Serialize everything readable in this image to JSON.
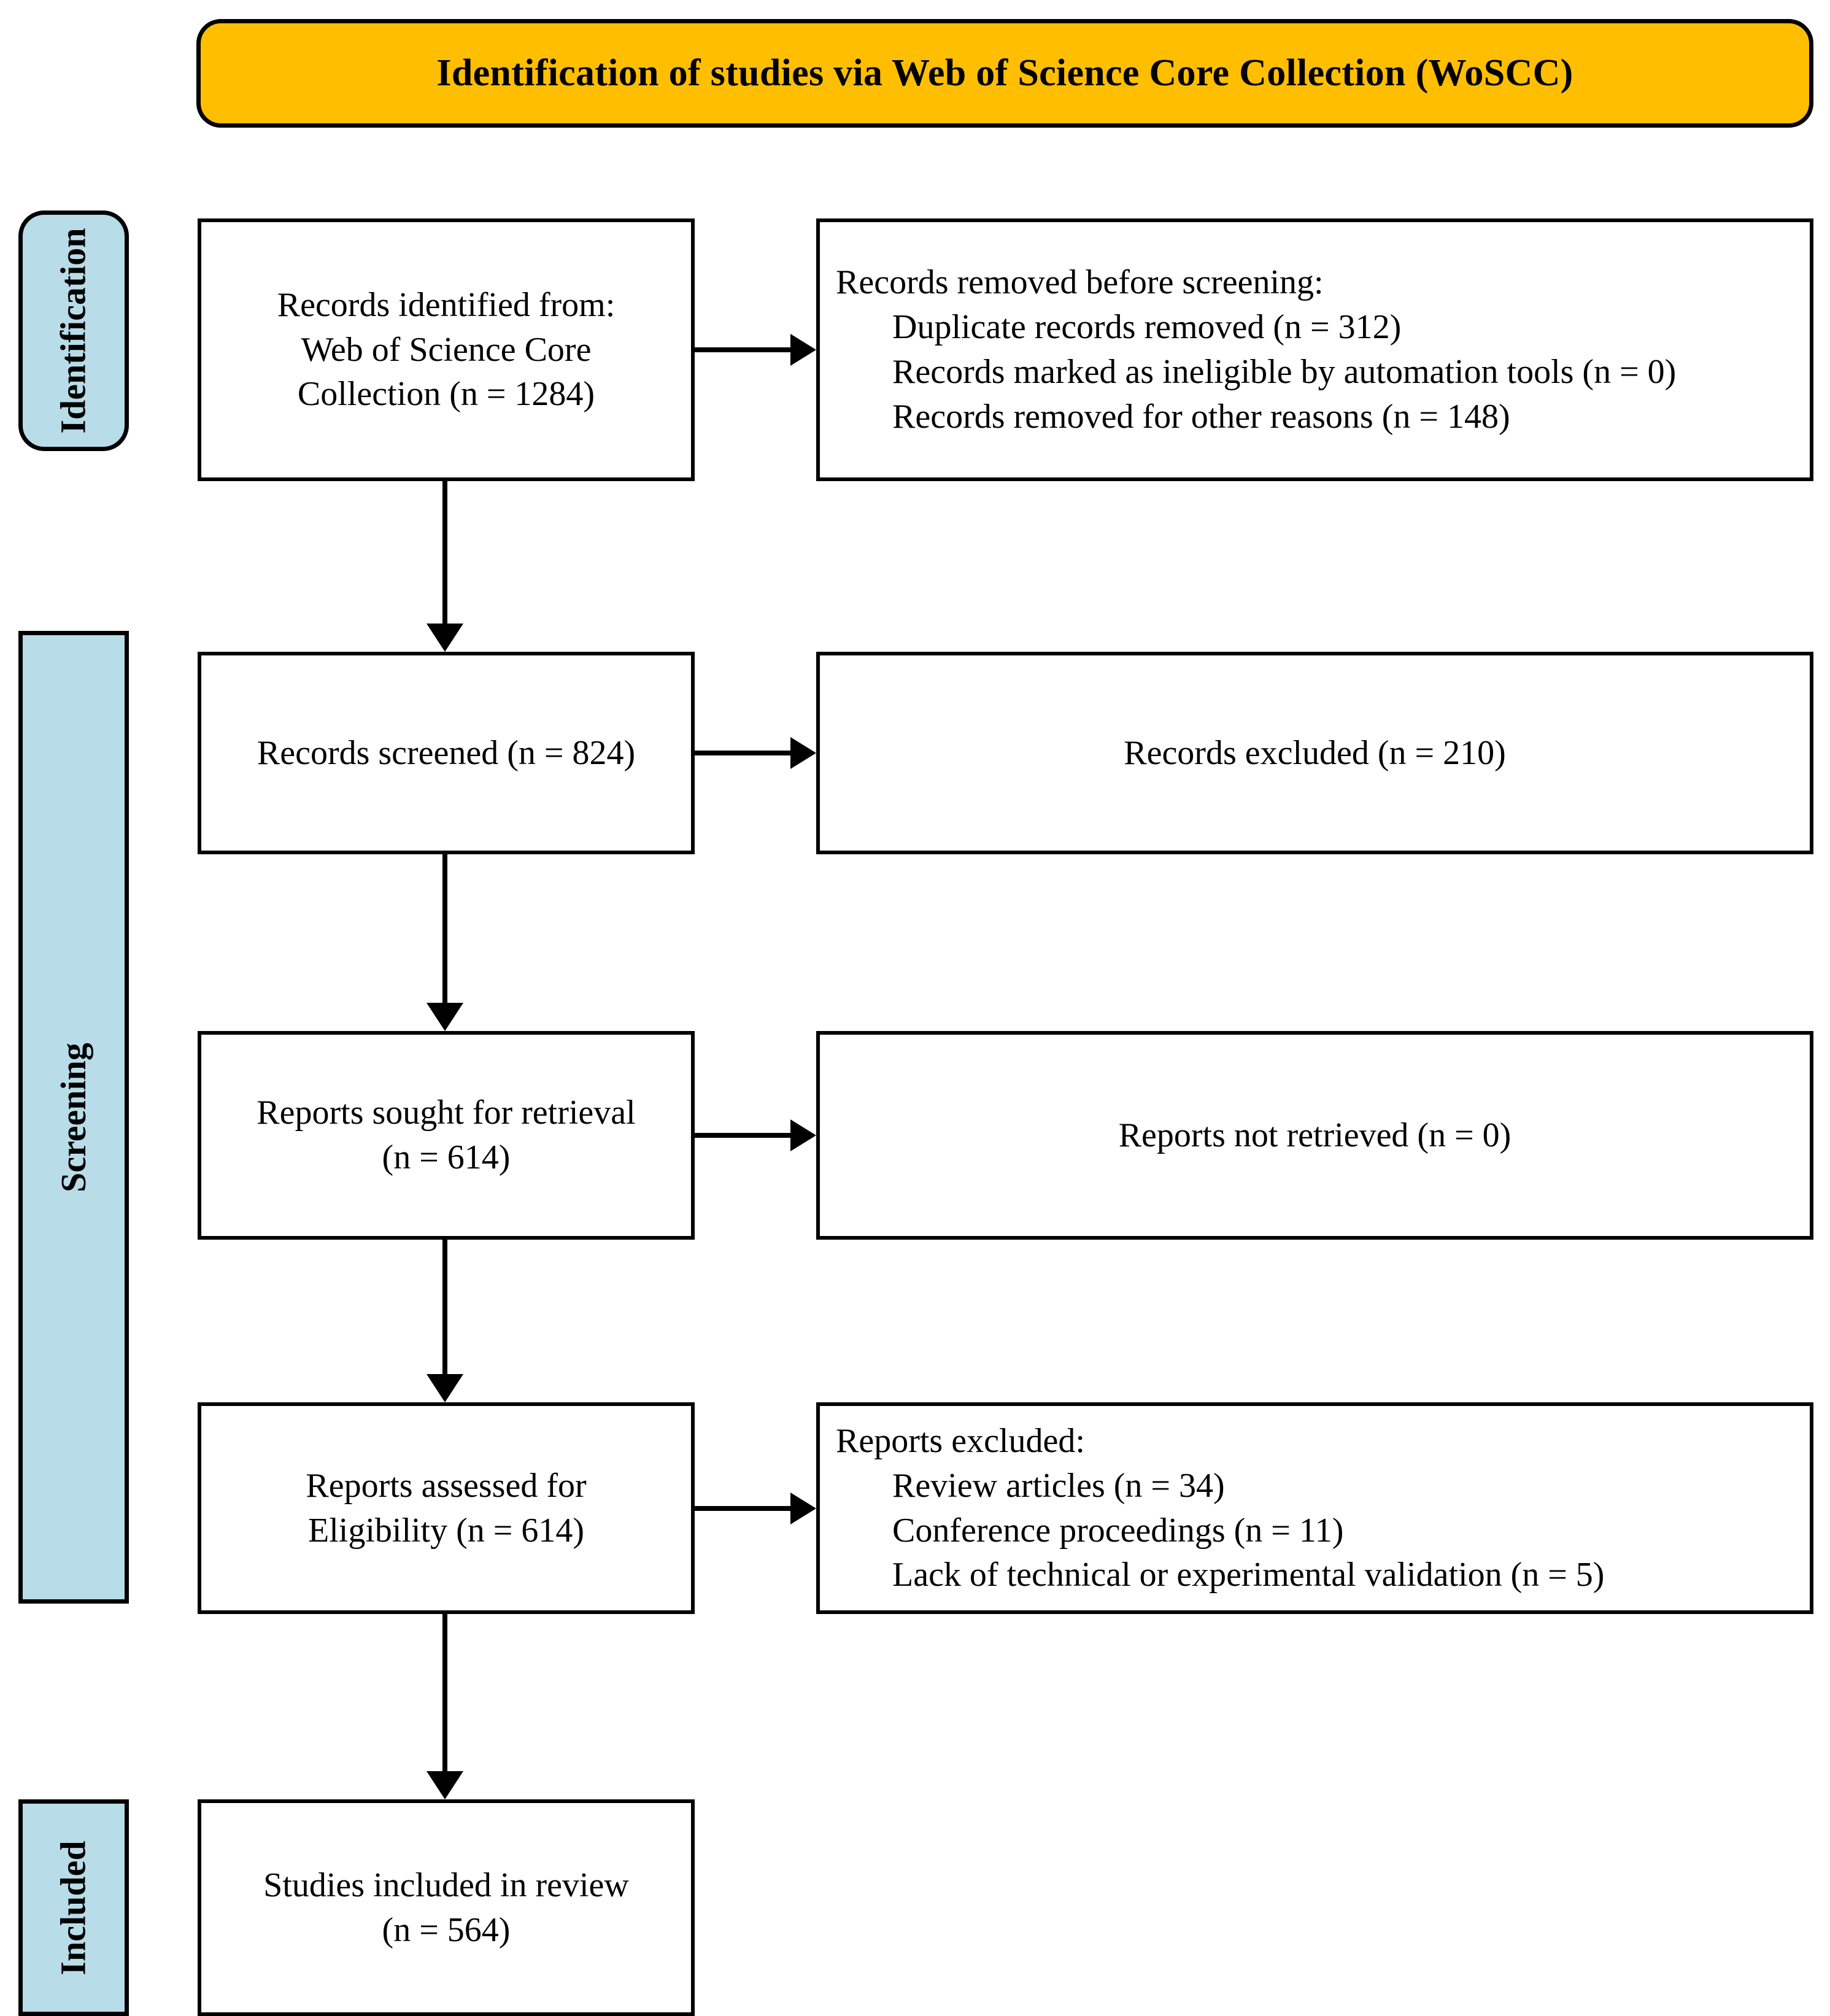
{
  "header": {
    "title": "Identification of studies via Web of Science Core Collection (WoSCC)",
    "background_color": "#FFBF00",
    "border_color": "#000000"
  },
  "stages": {
    "color": "#B8DCE8",
    "identification": "Identification",
    "screening": "Screening",
    "included": "Included"
  },
  "flow": {
    "identified": {
      "line1": "Records identified from:",
      "line2": "Web of Science Core",
      "line3": "Collection (n = 1284)"
    },
    "removed": {
      "line1": "Records removed before screening:",
      "line2": "Duplicate records removed  (n = 312)",
      "line3": "Records marked as ineligible by automation tools (n = 0)",
      "line4": "Records removed for other reasons (n = 148)"
    },
    "screened": {
      "line1": "Records screened (n = 824)"
    },
    "excluded_screening": {
      "line1": "Records excluded (n = 210)"
    },
    "sought": {
      "line1": "Reports sought for retrieval",
      "line2": "(n = 614)"
    },
    "not_retrieved": {
      "line1": "Reports not retrieved (n = 0)"
    },
    "assessed": {
      "line1": "Reports assessed for",
      "line2": "Eligibility (n = 614)"
    },
    "reports_excluded": {
      "line1": "Reports excluded:",
      "line2": "Review articles (n = 34)",
      "line3": "Conference proceedings (n = 11)",
      "line4": "Lack of technical or experimental validation (n = 5)"
    },
    "included": {
      "line1": "Studies included in review",
      "line2": "(n = 564)"
    }
  },
  "chart_data": {
    "type": "diagram",
    "title": "Identification of studies via Web of Science Core Collection (WoSCC)",
    "diagram_kind": "PRISMA 2020 flow diagram",
    "stages": [
      "Identification",
      "Screening",
      "Included"
    ],
    "nodes": [
      {
        "id": "identified",
        "stage": "Identification",
        "column": "left",
        "label": "Records identified from: Web of Science Core Collection",
        "n": 1284
      },
      {
        "id": "removed",
        "stage": "Identification",
        "column": "right",
        "label": "Records removed before screening",
        "n": null,
        "items": [
          {
            "label": "Duplicate records removed",
            "n": 312
          },
          {
            "label": "Records marked as ineligible by automation tools",
            "n": 0
          },
          {
            "label": "Records removed for other reasons",
            "n": 148
          }
        ]
      },
      {
        "id": "screened",
        "stage": "Screening",
        "column": "left",
        "label": "Records screened",
        "n": 824
      },
      {
        "id": "excluded_screening",
        "stage": "Screening",
        "column": "right",
        "label": "Records excluded",
        "n": 210
      },
      {
        "id": "sought",
        "stage": "Screening",
        "column": "left",
        "label": "Reports sought for retrieval",
        "n": 614
      },
      {
        "id": "not_retrieved",
        "stage": "Screening",
        "column": "right",
        "label": "Reports not retrieved",
        "n": 0
      },
      {
        "id": "assessed",
        "stage": "Screening",
        "column": "left",
        "label": "Reports assessed for Eligibility",
        "n": 614
      },
      {
        "id": "reports_excluded",
        "stage": "Screening",
        "column": "right",
        "label": "Reports excluded",
        "n": null,
        "items": [
          {
            "label": "Review articles",
            "n": 34
          },
          {
            "label": "Conference proceedings",
            "n": 11
          },
          {
            "label": "Lack of technical or experimental validation",
            "n": 5
          }
        ]
      },
      {
        "id": "included",
        "stage": "Included",
        "column": "left",
        "label": "Studies included in review",
        "n": 564
      }
    ],
    "edges": [
      {
        "from": "identified",
        "to": "removed",
        "direction": "right"
      },
      {
        "from": "identified",
        "to": "screened",
        "direction": "down"
      },
      {
        "from": "screened",
        "to": "excluded_screening",
        "direction": "right"
      },
      {
        "from": "screened",
        "to": "sought",
        "direction": "down"
      },
      {
        "from": "sought",
        "to": "not_retrieved",
        "direction": "right"
      },
      {
        "from": "sought",
        "to": "assessed",
        "direction": "down"
      },
      {
        "from": "assessed",
        "to": "reports_excluded",
        "direction": "right"
      },
      {
        "from": "assessed",
        "to": "included",
        "direction": "down"
      }
    ]
  }
}
